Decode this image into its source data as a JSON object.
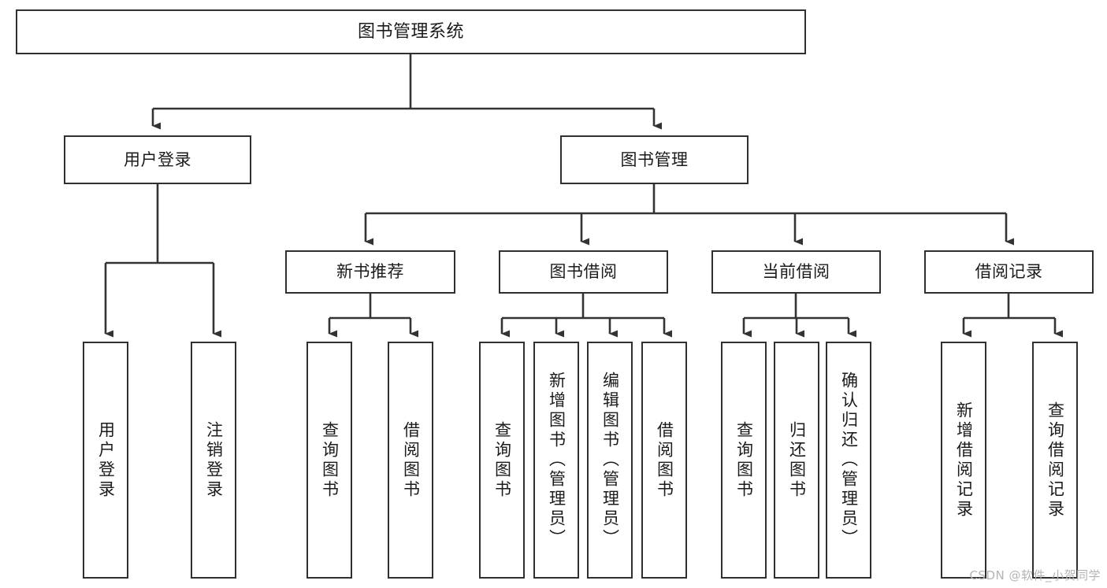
{
  "diagram": {
    "title": "图书管理系统",
    "type": "tree-hierarchy",
    "nodes": {
      "root": {
        "label": "图书管理系统"
      },
      "user_login": {
        "label": "用户登录"
      },
      "book_manage": {
        "label": "图书管理"
      },
      "new_book_rec": {
        "label": "新书推荐"
      },
      "book_borrow": {
        "label": "图书借阅"
      },
      "current_borrow": {
        "label": "当前借阅"
      },
      "borrow_record": {
        "label": "借阅记录"
      },
      "leaf_user_login": {
        "label": "用户登录"
      },
      "leaf_logout": {
        "label": "注销登录"
      },
      "leaf_query_book_1": {
        "label": "查询图书"
      },
      "leaf_borrow_book_1": {
        "label": "借阅图书"
      },
      "leaf_query_book_2": {
        "label": "查询图书"
      },
      "leaf_add_book": {
        "label": "新增图书（管理员）"
      },
      "leaf_edit_book": {
        "label": "编辑图书（管理员）"
      },
      "leaf_borrow_book_2": {
        "label": "借阅图书"
      },
      "leaf_query_book_3": {
        "label": "查询图书"
      },
      "leaf_return_book": {
        "label": "归还图书"
      },
      "leaf_confirm_return": {
        "label": "确认归还（管理员）"
      },
      "leaf_add_record": {
        "label": "新增借阅记录"
      },
      "leaf_query_record": {
        "label": "查询借阅记录"
      }
    },
    "colors": {
      "border": "#30302f",
      "background": "#ffffff",
      "text": "#1b1b1b",
      "edge": "#333333",
      "watermark": "#b4b4b4"
    }
  },
  "watermark": {
    "text": "CSDN @软件_小贺同学"
  }
}
